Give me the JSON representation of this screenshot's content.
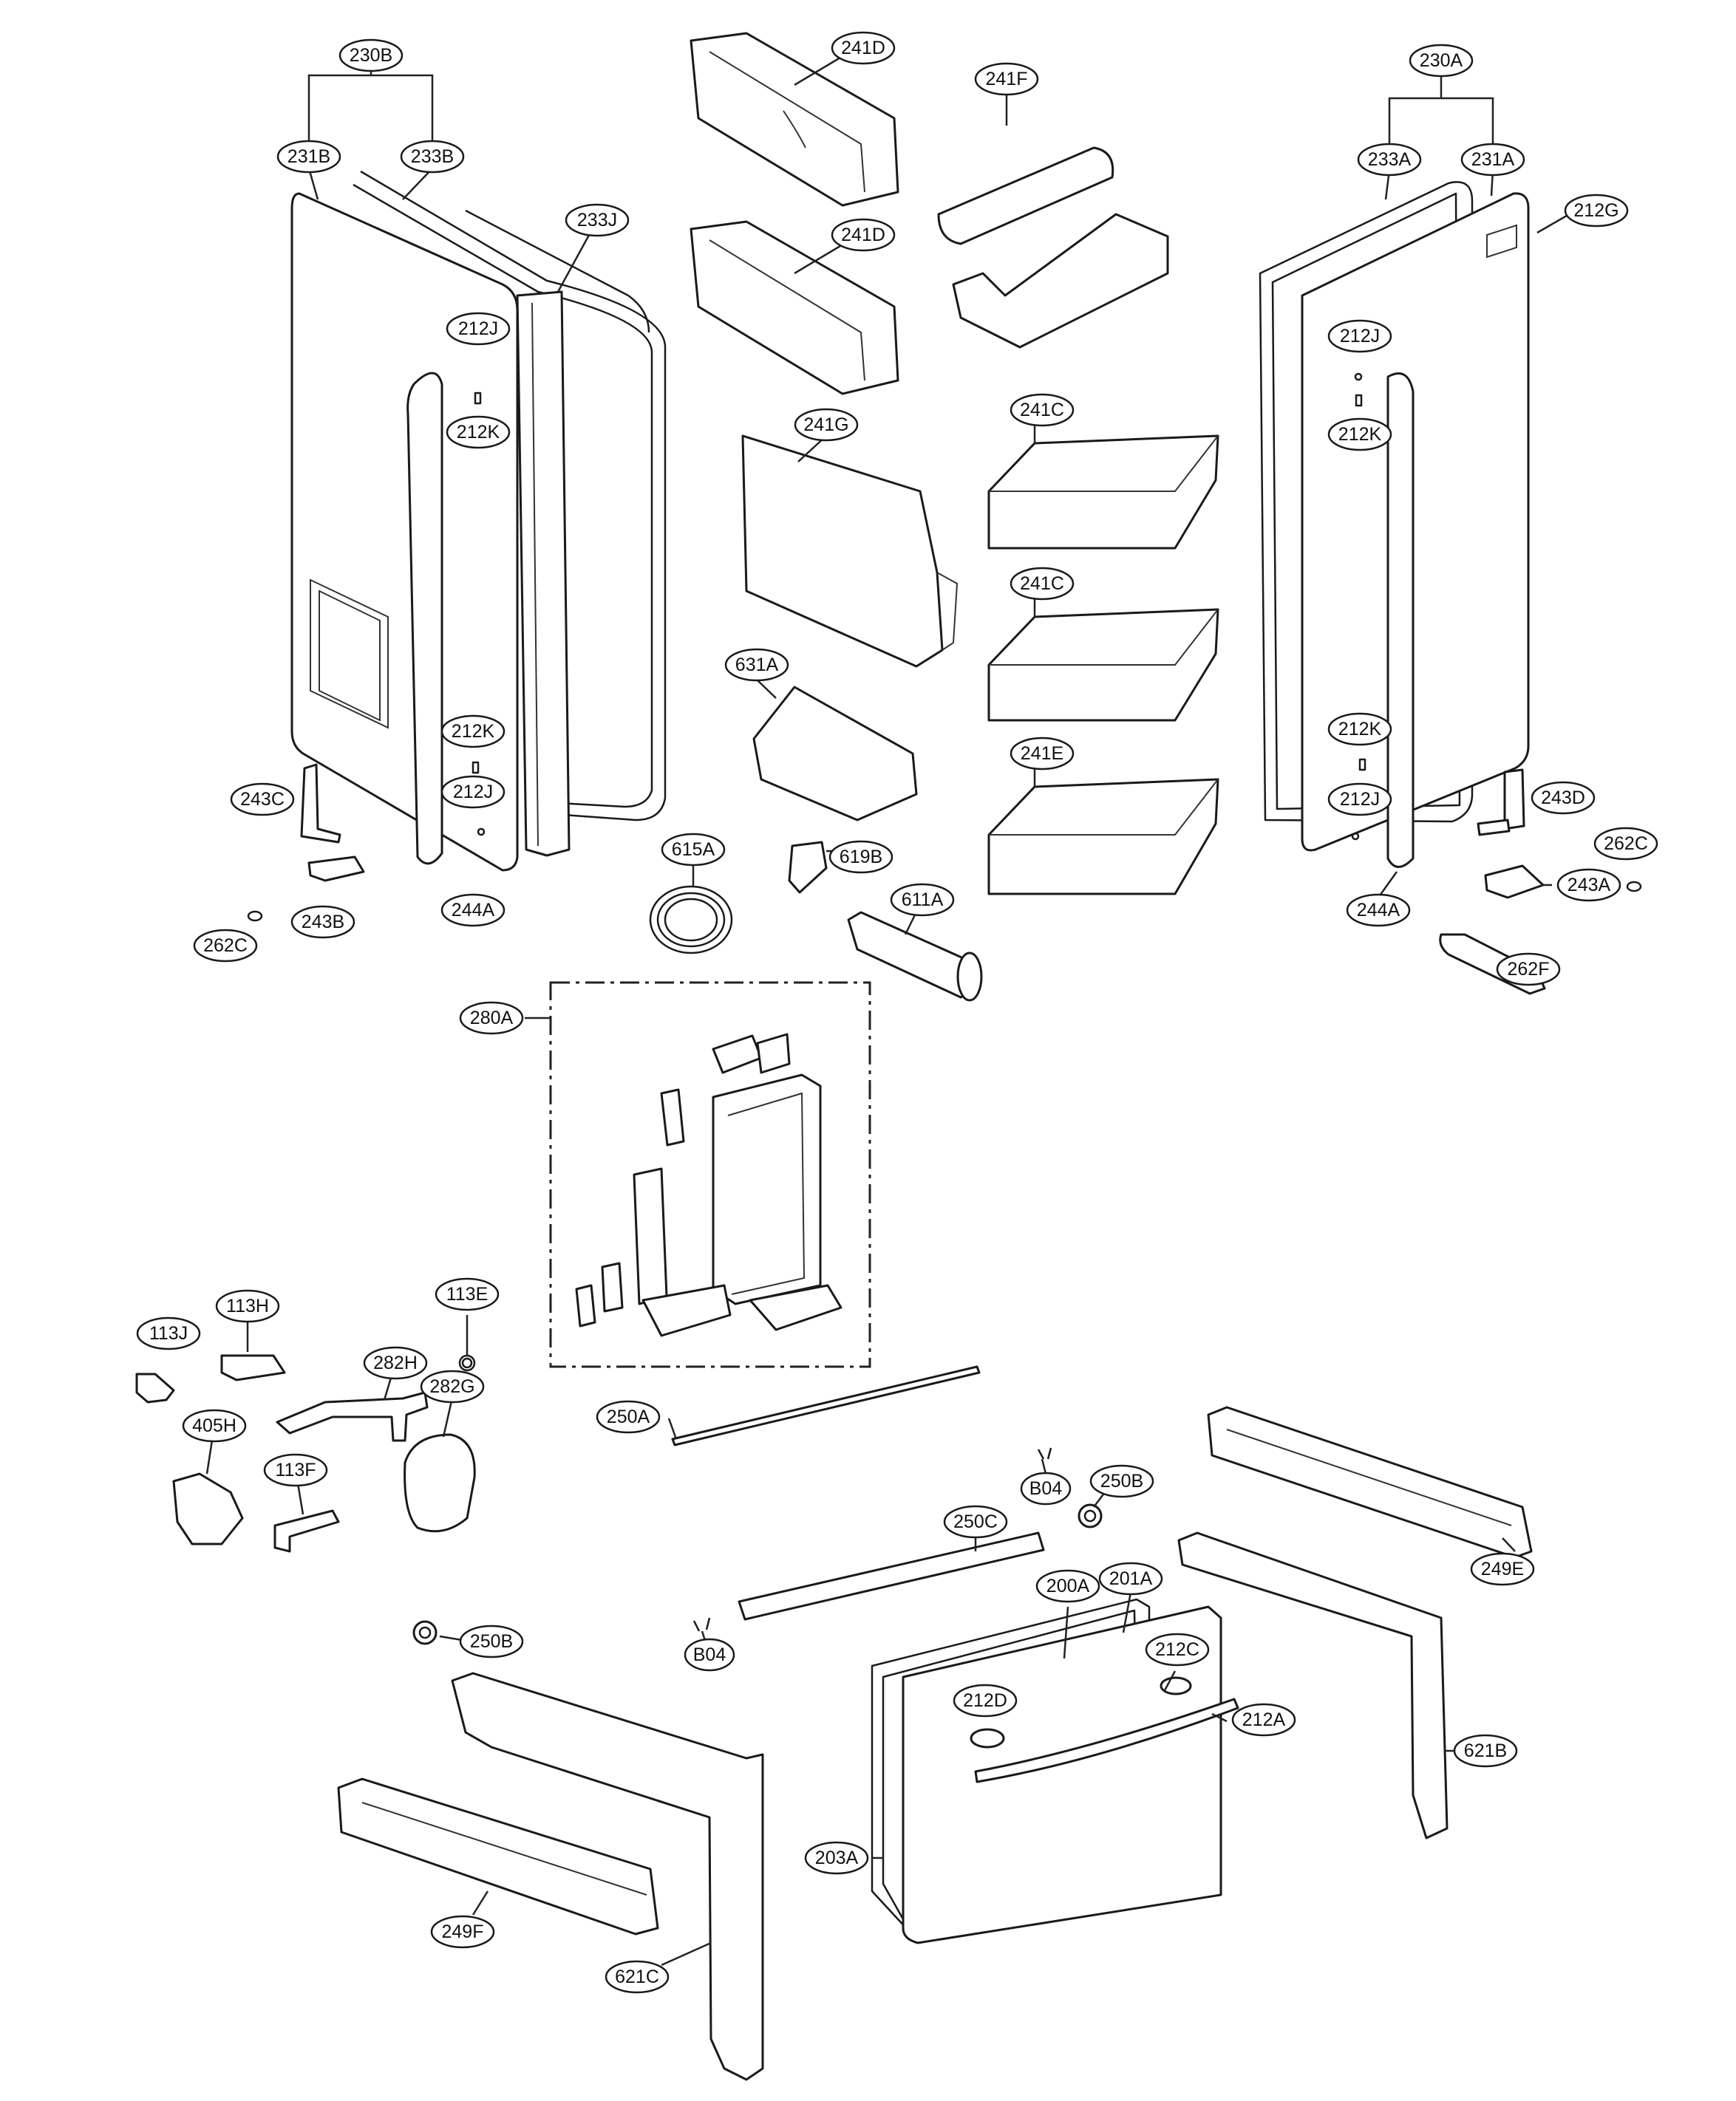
{
  "labels": [
    {
      "id": "230B",
      "text": "230B"
    },
    {
      "id": "231B",
      "text": "231B"
    },
    {
      "id": "233B",
      "text": "233B"
    },
    {
      "id": "233J",
      "text": "233J"
    },
    {
      "id": "212J_tl",
      "text": "212J"
    },
    {
      "id": "212K_tl",
      "text": "212K"
    },
    {
      "id": "212K_bl",
      "text": "212K"
    },
    {
      "id": "212J_bl",
      "text": "212J"
    },
    {
      "id": "243C",
      "text": "243C"
    },
    {
      "id": "243B",
      "text": "243B"
    },
    {
      "id": "262C_l",
      "text": "262C"
    },
    {
      "id": "244A_l",
      "text": "244A"
    },
    {
      "id": "241D_1",
      "text": "241D"
    },
    {
      "id": "241D_2",
      "text": "241D"
    },
    {
      "id": "241F",
      "text": "241F"
    },
    {
      "id": "241G",
      "text": "241G"
    },
    {
      "id": "241C_1",
      "text": "241C"
    },
    {
      "id": "241C_2",
      "text": "241C"
    },
    {
      "id": "241E",
      "text": "241E"
    },
    {
      "id": "631A",
      "text": "631A"
    },
    {
      "id": "615A",
      "text": "615A"
    },
    {
      "id": "619B",
      "text": "619B"
    },
    {
      "id": "611A",
      "text": "611A"
    },
    {
      "id": "230A",
      "text": "230A"
    },
    {
      "id": "233A",
      "text": "233A"
    },
    {
      "id": "231A",
      "text": "231A"
    },
    {
      "id": "212G",
      "text": "212G"
    },
    {
      "id": "212J_tr",
      "text": "212J"
    },
    {
      "id": "212K_tr",
      "text": "212K"
    },
    {
      "id": "212K_br",
      "text": "212K"
    },
    {
      "id": "212J_br",
      "text": "212J"
    },
    {
      "id": "243D",
      "text": "243D"
    },
    {
      "id": "262C_r",
      "text": "262C"
    },
    {
      "id": "243A",
      "text": "243A"
    },
    {
      "id": "244A_r",
      "text": "244A"
    },
    {
      "id": "262F",
      "text": "262F"
    },
    {
      "id": "280A",
      "text": "280A"
    },
    {
      "id": "113J",
      "text": "113J"
    },
    {
      "id": "113H",
      "text": "113H"
    },
    {
      "id": "113E",
      "text": "113E"
    },
    {
      "id": "282H",
      "text": "282H"
    },
    {
      "id": "282G",
      "text": "282G"
    },
    {
      "id": "405H",
      "text": "405H"
    },
    {
      "id": "113F",
      "text": "113F"
    },
    {
      "id": "250A",
      "text": "250A"
    },
    {
      "id": "B04_1",
      "text": "B04"
    },
    {
      "id": "250B_1",
      "text": "250B"
    },
    {
      "id": "249E",
      "text": "249E"
    },
    {
      "id": "250C",
      "text": "250C"
    },
    {
      "id": "200A",
      "text": "200A"
    },
    {
      "id": "201A",
      "text": "201A"
    },
    {
      "id": "212C",
      "text": "212C"
    },
    {
      "id": "212D",
      "text": "212D"
    },
    {
      "id": "212A",
      "text": "212A"
    },
    {
      "id": "B04_2",
      "text": "B04"
    },
    {
      "id": "250B_2",
      "text": "250B"
    },
    {
      "id": "621B",
      "text": "621B"
    },
    {
      "id": "203A",
      "text": "203A"
    },
    {
      "id": "249F",
      "text": "249F"
    },
    {
      "id": "621C",
      "text": "621C"
    }
  ]
}
